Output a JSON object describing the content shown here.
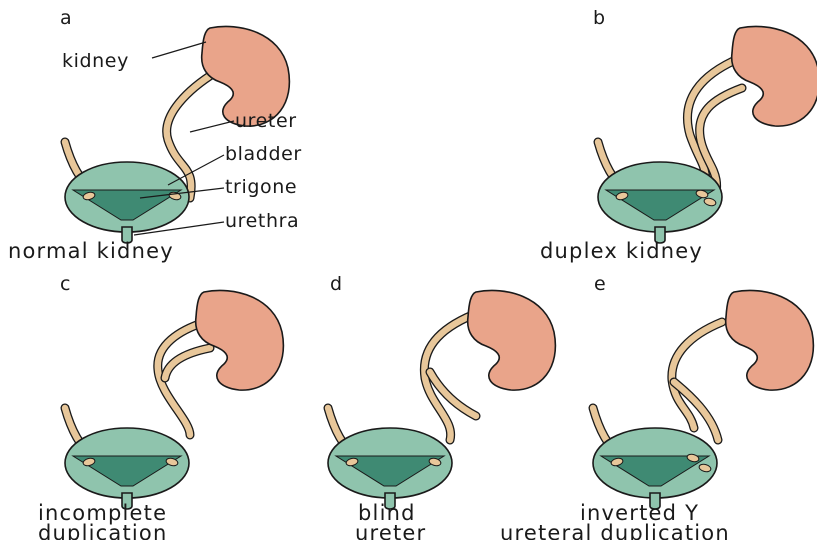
{
  "panels": [
    {
      "letter": "a",
      "caption_lines": [
        "normal kidney"
      ]
    },
    {
      "letter": "b",
      "caption_lines": [
        "duplex kidney"
      ]
    },
    {
      "letter": "c",
      "caption_lines": [
        "incomplete",
        "duplication"
      ]
    },
    {
      "letter": "d",
      "caption_lines": [
        "blind",
        "ureter"
      ]
    },
    {
      "letter": "e",
      "caption_lines": [
        "inverted Y",
        "ureteral duplication"
      ]
    }
  ],
  "labels": {
    "kidney": "kidney",
    "ureter": "ureter",
    "bladder": "bladder",
    "trigone": "trigone",
    "urethra": "urethra"
  },
  "colors": {
    "kidney": "#e9a48a",
    "ureter": "#e8c79a",
    "bladder": "#8fc4ad",
    "trigone": "#3f8a73",
    "outline": "#1a1a1a"
  }
}
